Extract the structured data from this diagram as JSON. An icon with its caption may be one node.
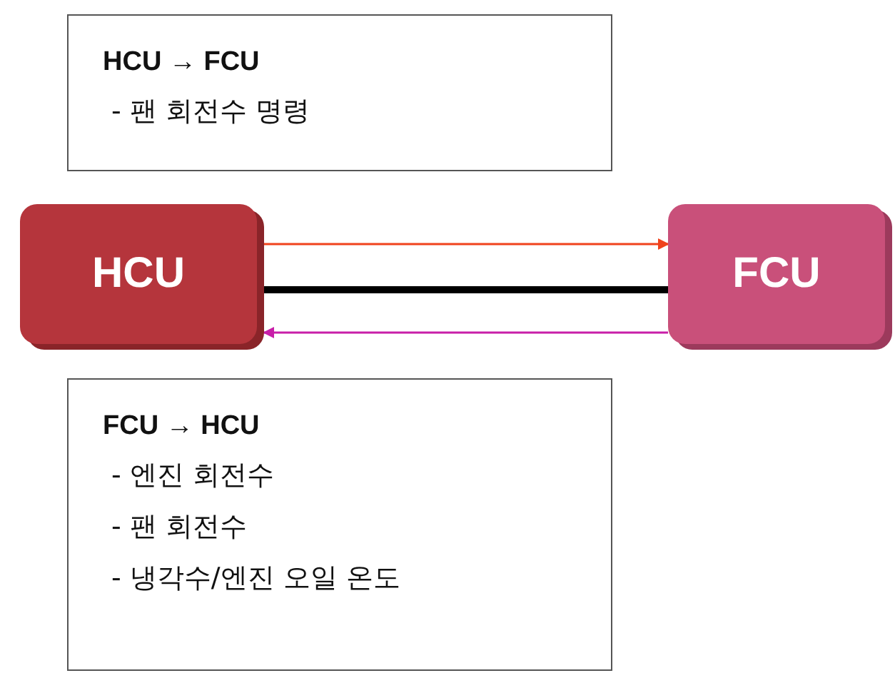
{
  "diagram": {
    "nodes": [
      {
        "text": [
          "HCU → FCU",
          "- 팬 회전수 명령"
        ]
      },
      {
        "text": [
          "HCU"
        ]
      },
      {
        "text": [
          "FCU"
        ]
      },
      {
        "text": [
          "FCU → HCU",
          "- 엔진 회전수",
          "- 팬 회전수",
          "- 냉각수/엔진 오일 온도"
        ]
      }
    ],
    "edges": [
      {
        "from": 1,
        "to": 2,
        "arrow": "to",
        "color": "#f0421c"
      },
      {
        "from": 1,
        "to": 2,
        "arrow": "none",
        "style": "thick",
        "color": "#000000"
      },
      {
        "from": 2,
        "to": 1,
        "arrow": "to",
        "color": "#c81ea8"
      }
    ]
  }
}
